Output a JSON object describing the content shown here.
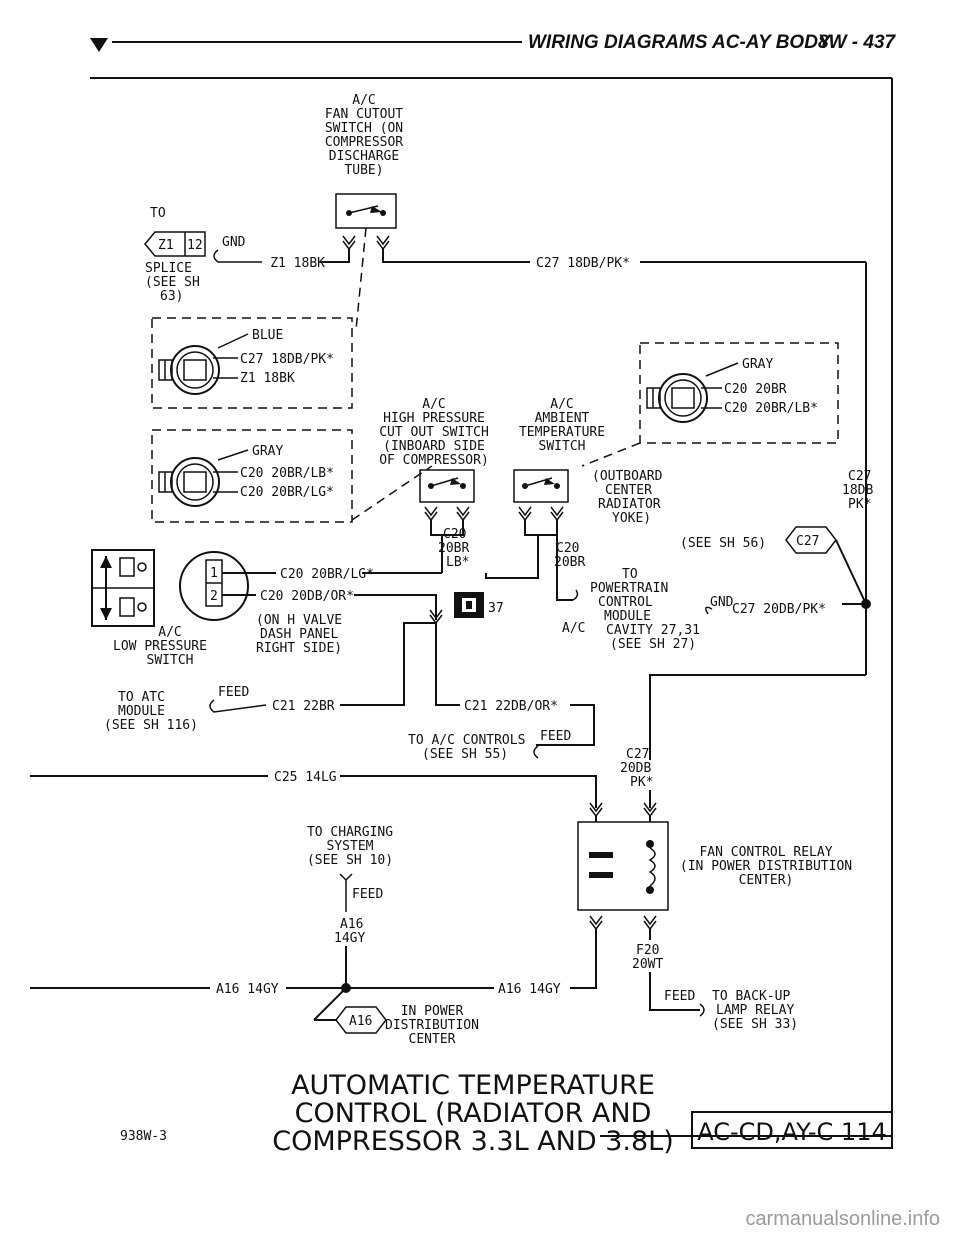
{
  "header": {
    "title": "WIRING DIAGRAMS AC-AY BODY",
    "page": "8W - 437"
  },
  "labels": {
    "fan_cutout_switch": [
      "A/C",
      "FAN CUTOUT",
      "SWITCH (ON",
      "COMPRESSOR",
      "DISCHARGE",
      "TUBE)"
    ],
    "to_splice_to": "TO",
    "splice_id_a": "Z1",
    "splice_id_b": "12",
    "splice_text": [
      "SPLICE",
      "(SEE SH",
      "63)"
    ],
    "gnd_label": "GND",
    "wire_z1": "Z1 18BK",
    "wire_c27_top": "C27 18DB/PK*",
    "conn1_color": "BLUE",
    "conn1_wires": [
      "C27 18DB/PK*",
      "Z1 18BK"
    ],
    "conn2_color": "GRAY",
    "conn2_wires": [
      "C20 20BR/LB*",
      "C20 20BR/LG*"
    ],
    "conn3_color": "GRAY",
    "conn3_wires": [
      "C20 20BR",
      "C20 20BR/LB*"
    ],
    "hp_switch": [
      "A/C",
      "HIGH PRESSURE",
      "CUT OUT SWITCH",
      "(INBOARD SIDE",
      "OF COMPRESSOR)"
    ],
    "ambient_switch": [
      "A/C",
      "AMBIENT",
      "TEMPERATURE",
      "SWITCH"
    ],
    "outboard": [
      "(OUTBOARD",
      "CENTER",
      "RADIATOR",
      "YOKE)"
    ],
    "right_c27": [
      "C27",
      "18DB",
      "PK*"
    ],
    "c20_20br_lb": [
      "C20",
      "20BR",
      "LB*"
    ],
    "c20_20br": [
      "C20",
      "20BR"
    ],
    "see_sh_56": "(SEE SH 56)",
    "c27_tag": "C27",
    "low_pressure": [
      "A/C",
      "LOW PRESSURE",
      "SWITCH"
    ],
    "pin_1": "1",
    "pin_2": "2",
    "wire_c20_lg": "C20 20BR/LG*",
    "wire_c20_or": "C20 20DB/OR*",
    "on_h_valve": [
      "(ON H VALVE",
      "DASH PANEL",
      "RIGHT SIDE)"
    ],
    "conn_37": "37",
    "ac_label": "A/C",
    "to_pcm": [
      "TO",
      "POWERTRAIN",
      "CONTROL",
      "MODULE",
      "CAVITY 27,31",
      "(SEE SH 27)"
    ],
    "pcm_gnd": "GND",
    "wire_c27_20db": "C27 20DB/PK*",
    "to_atc": [
      "TO ATC",
      "MODULE",
      "(SEE SH 116)"
    ],
    "feed_label": "FEED",
    "wire_c21_22br": "C21 22BR",
    "wire_c21_or": "C21 22DB/OR*",
    "to_ac_controls": [
      "TO A/C CONTROLS",
      "(SEE SH  55)"
    ],
    "wire_c25": "C25 14LG",
    "c27_20db_pk": [
      "C27",
      "20DB",
      "PK*"
    ],
    "to_charging": [
      "TO CHARGING",
      "SYSTEM",
      "(SEE SH 10)"
    ],
    "wire_a16_14gy": [
      "A16",
      "14GY"
    ],
    "fan_relay": [
      "FAN CONTROL RELAY",
      "(IN POWER DISTRIBUTION",
      "CENTER)"
    ],
    "f20_20wt": [
      "F20",
      "20WT"
    ],
    "wire_a16_left": "A16 14GY",
    "wire_a16_right": "A16 14GY",
    "to_backup": [
      "TO BACK-UP",
      "LAMP RELAY",
      "(SEE SH 33)"
    ],
    "a16_tag": "A16",
    "in_pdc": [
      "IN POWER",
      "DISTRIBUTION",
      "CENTER"
    ]
  },
  "footer": {
    "title_lines": [
      "AUTOMATIC TEMPERATURE",
      "CONTROL (RADIATOR AND",
      "COMPRESSOR 3.3L AND 3.8L)"
    ],
    "fig_number": "938W-3",
    "code": "AC-CD,AY-C 114"
  },
  "watermark": "carmanualsonline.info"
}
